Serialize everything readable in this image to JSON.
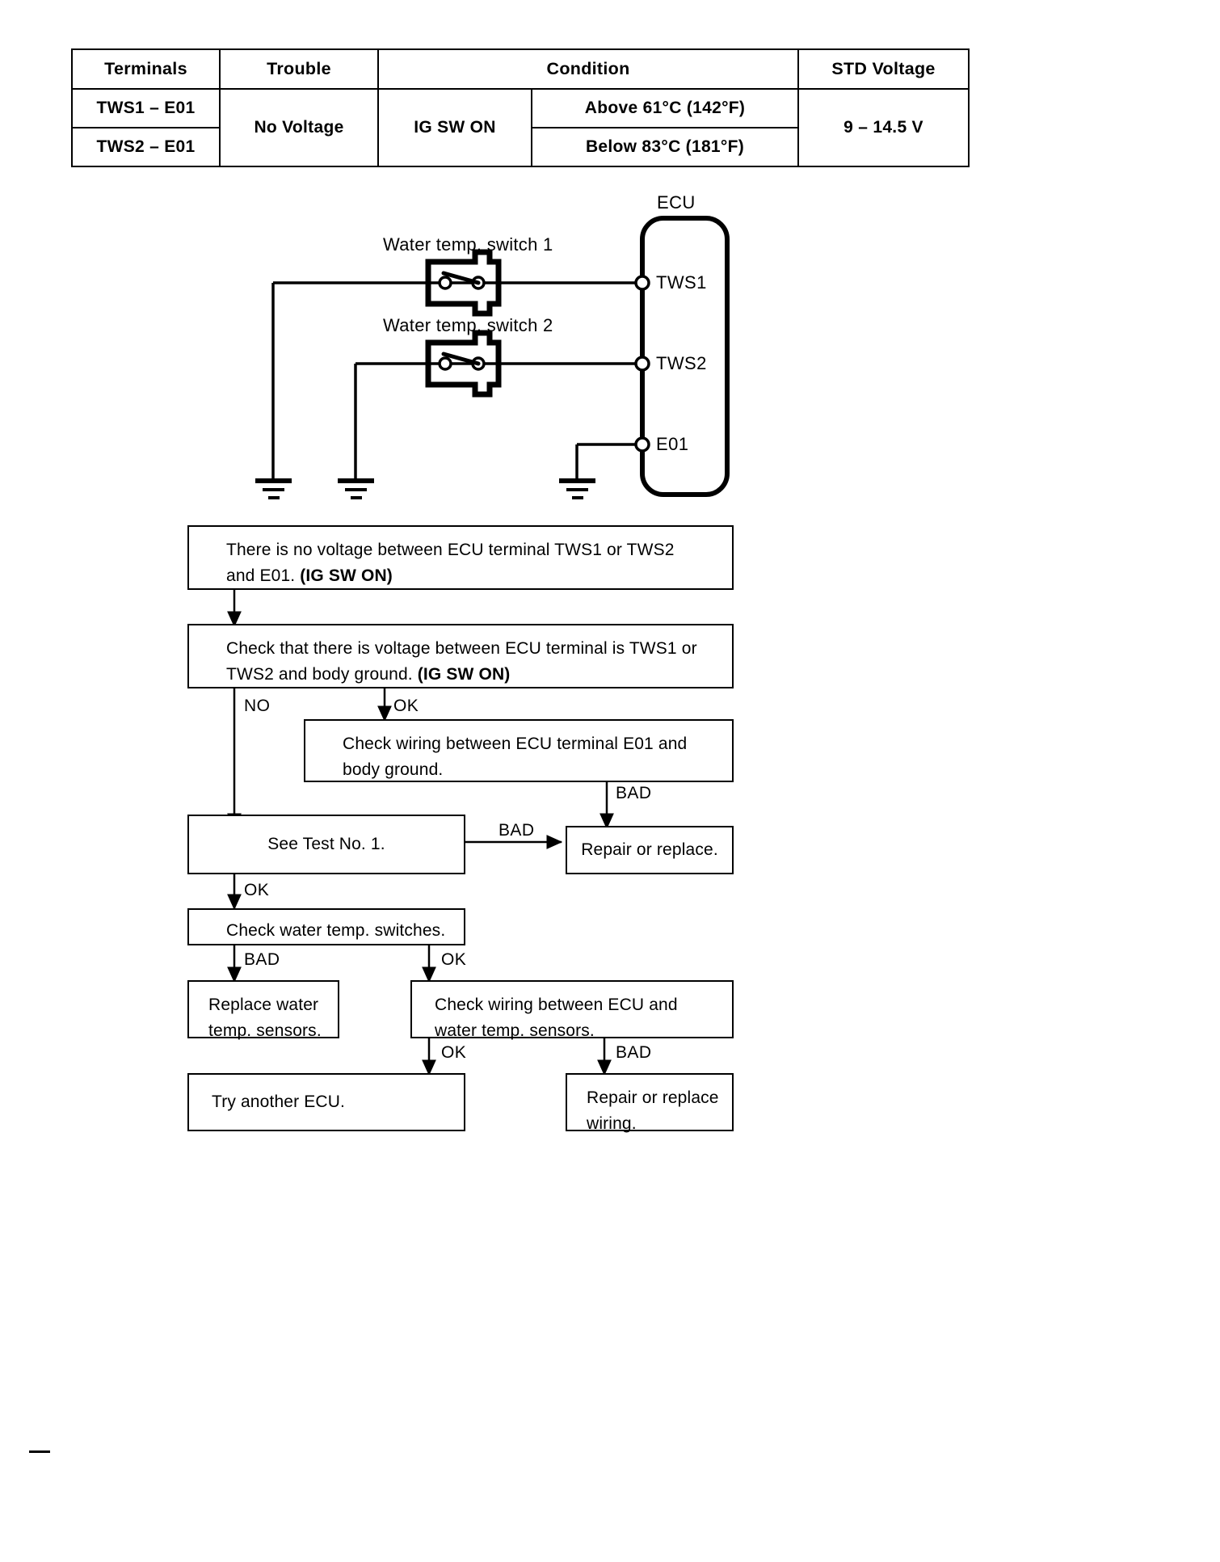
{
  "spec_table": {
    "headers": [
      "Terminals",
      "Trouble",
      "Condition",
      "STD Voltage"
    ],
    "rows": [
      {
        "terminal": "TWS1 – E01",
        "trouble": "No Voltage",
        "ig_sw": "IG SW ON",
        "condition": "Above 61°C (142°F)",
        "std_voltage": "9 – 14.5 V"
      },
      {
        "terminal": "TWS2 – E01",
        "condition": "Below 83°C (181°F)"
      }
    ]
  },
  "circuit": {
    "ecu_label": "ECU",
    "switch1_label": "Water temp. switch 1",
    "switch2_label": "Water temp. switch 2",
    "terminals": [
      "TWS1",
      "TWS2",
      "E01"
    ]
  },
  "flowchart": {
    "boxes": [
      {
        "id": "symptom",
        "line1": "There is no voltage between ECU terminal TWS1 or TWS2",
        "line2_plain": "and E01. ",
        "line2_bold": "(IG SW ON)"
      },
      {
        "id": "check-voltage",
        "line1": "Check that there is voltage between ECU terminal is TWS1 or",
        "line2_plain": "TWS2 and body ground. ",
        "line2_bold": "(IG SW ON)"
      },
      {
        "id": "check-wiring-e01",
        "line1": "Check wiring between ECU terminal E01 and",
        "line2_plain": "body ground.",
        "line2_bold": ""
      },
      {
        "id": "see-test",
        "text": "See Test No. 1."
      },
      {
        "id": "repair-replace",
        "text": "Repair or replace."
      },
      {
        "id": "check-switches",
        "text": "Check water temp. switches."
      },
      {
        "id": "replace-sensors",
        "line1": "Replace water",
        "line2": "temp. sensors."
      },
      {
        "id": "check-wiring-sensors",
        "line1": "Check wiring between ECU and",
        "line2": "water temp. sensors."
      },
      {
        "id": "try-another-ecu",
        "text": "Try another ECU."
      },
      {
        "id": "repair-replace-wiring",
        "line1": "Repair or replace",
        "line2": "wiring."
      }
    ],
    "edge_labels": {
      "no": "NO",
      "ok1": "OK",
      "bad_down": "BAD",
      "bad_right": "BAD",
      "ok2": "OK",
      "bad2": "BAD",
      "ok3": "OK",
      "ok4": "OK",
      "bad3": "BAD"
    }
  },
  "colors": {
    "ink": "#000000",
    "paper": "#ffffff"
  }
}
